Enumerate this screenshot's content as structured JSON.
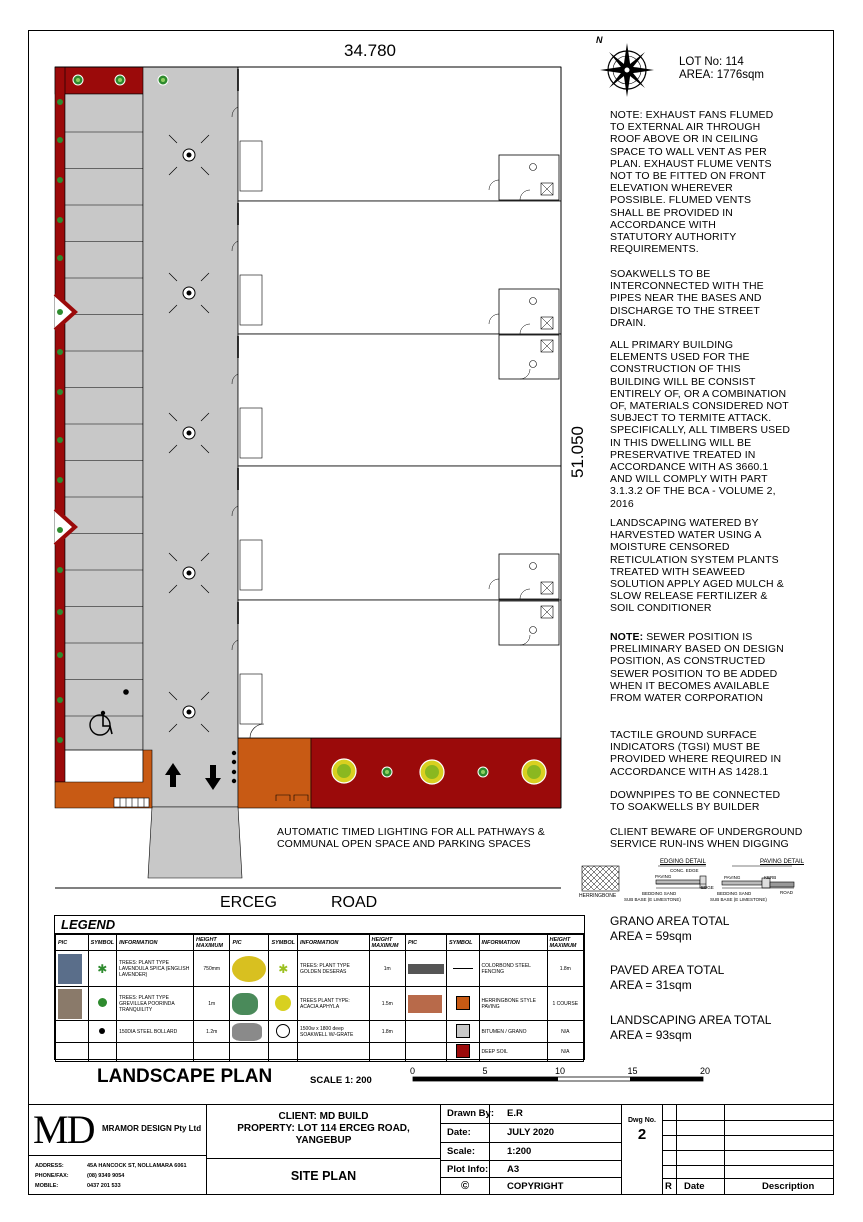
{
  "drawing": {
    "north_label": "N",
    "width_dim": "34.780",
    "depth_dim": "51.050",
    "lot_no": "LOT No: 114",
    "area": "AREA:  1776sqm",
    "road_left": "ERCEG",
    "road_right": "ROAD",
    "lighting_note": "AUTOMATIC TIMED LIGHTING FOR ALL PATHWAYS &\nCOMMUNAL OPEN SPACE AND PARKING SPACES"
  },
  "notes": {
    "exhaust": "NOTE: EXHAUST FANS FLUMED\nTO EXTERNAL AIR THROUGH\nROOF ABOVE OR IN CEILING\nSPACE TO WALL VENT AS PER\nPLAN. EXHAUST FLUME VENTS\nNOT TO BE FITTED ON FRONT\nELEVATION WHEREVER\nPOSSIBLE. FLUMED VENTS\nSHALL BE PROVIDED IN\nACCORDANCE WITH\nSTATUTORY AUTHORITY\nREQUIREMENTS.",
    "soakwells": "SOAKWELLS TO BE\nINTERCONNECTED WITH THE\nPIPES NEAR THE BASES AND\nDISCHARGE TO THE STREET\nDRAIN.",
    "termite": "ALL PRIMARY BUILDING\nELEMENTS USED FOR THE\nCONSTRUCTION OF THIS\nBUILDING WILL BE CONSIST\nENTIRELY OF, OR A COMBINATION\nOF, MATERIALS CONSIDERED NOT\nSUBJECT  TO TERMITE ATTACK.\nSPECIFICALLY, ALL TIMBERS USED\nIN THIS DWELLING WILL BE\nPRESERVATIVE TREATED IN\nACCORDANCE WITH AS 3660.1\nAND WILL COMPLY WITH PART\n3.1.3.2 OF THE BCA - VOLUME 2,\n2016",
    "landscaping": "LANDSCAPING WATERED BY\nHARVESTED WATER USING A\nMOISTURE CENSORED\nRETICULATION SYSTEM PLANTS\nTREATED WITH SEAWEED\nSOLUTION APPLY AGED MULCH &\nSLOW RELEASE FERTILIZER &\nSOIL CONDITIONER",
    "sewer_label": "NOTE:",
    "sewer": " SEWER POSITION IS\nPRELIMINARY BASED ON DESIGN\nPOSITION, AS CONSTRUCTED\nSEWER POSITION TO BE ADDED\nWHEN IT BECOMES AVAILABLE\nFROM WATER CORPORATION",
    "tactile": "TACTILE GROUND SURFACE\nINDICATORS (TGSI) MUST BE\nPROVIDED WHERE REQUIRED IN\nACCORDANCE WITH AS 1428.1",
    "downpipes": "DOWNPIPES TO BE CONNECTED\nTO SOAKWELLS BY BUILDER",
    "underground": "CLIENT BEWARE OF UNDERGROUND\nSERVICE RUN-INS WHEN DIGGING"
  },
  "details": {
    "herringbone": "HERRINGBONE",
    "edging_title": "EDGING DETAIL",
    "paving_title": "PAVING DETAIL",
    "conc_edge": "CONC. EDGE",
    "paving": "PAVING",
    "edge": "EDGE",
    "bedding_sand": "BEDDING SAND",
    "sub_base": "SUB BASE (E LIMESTONE)",
    "kerb": "KERB",
    "road": "ROAD"
  },
  "legend": {
    "title": "LEGEND",
    "headers": [
      "PIC",
      "SYMBOL",
      "INFORMATION",
      "HEIGHT MAXIMUM"
    ],
    "col1": [
      {
        "info": "TREES: PLANT TYPE LAVENDULA SPICA (ENGLISH LAVENDER)",
        "height": "750mm"
      },
      {
        "info": "TREES: PLANT TYPE GREVILLEA POORINDA TRANQUILITY",
        "height": "1m"
      },
      {
        "info": "150DIA STEEL BOLLARD",
        "height": "1.2m"
      }
    ],
    "col2": [
      {
        "info": "TREES: PLANT TYPE GOLDEN DESERAS",
        "height": "1m"
      },
      {
        "info": "TREES PLANT TYPE: ACACIA APHYLA",
        "height": "1.5m"
      },
      {
        "info": "1500w x 1800 deep SOAKWELL W/-GRATE",
        "height": "1.8m"
      }
    ],
    "col3": [
      {
        "info": "COLORBOND STEEL FENCING",
        "height": "1.8m"
      },
      {
        "info": "HERRINGBONE STYLE PAVING",
        "height": "1 COURSE"
      },
      {
        "info": "BITUMEN / GRANO",
        "height": "N/A"
      },
      {
        "info": "DEEP SOIL",
        "height": "N/A"
      }
    ]
  },
  "areas": {
    "grano": "GRANO AREA TOTAL\nAREA = 59sqm",
    "paved": "PAVED AREA TOTAL\nAREA = 31sqm",
    "landscaping": "LANDSCAPING AREA TOTAL\nAREA = 93sqm"
  },
  "plan_title": "LANDSCAPE PLAN",
  "scale_label": "SCALE 1: 200",
  "scale_ticks": [
    "0",
    "5",
    "10",
    "15",
    "20"
  ],
  "title_block": {
    "logo": "MD",
    "company": "MRAMOR DESIGN Pty Ltd",
    "address_label": "ADDRESS:",
    "address": "45A HANCOCK ST, NOLLAMARA 6061",
    "phone_label": "PHONE/FAX:",
    "phone": "(08) 9349 9054",
    "mobile_label": "MOBILE:",
    "mobile": "0437 201 533",
    "client": "CLIENT: MD BUILD",
    "property": "PROPERTY: LOT 114 ERCEG ROAD,",
    "suburb": "YANGEBUP",
    "sheet": "SITE PLAN",
    "drawn_by_label": "Drawn By:",
    "drawn_by": "E.R",
    "date_label": "Date:",
    "date": "JULY 2020",
    "scale_label": "Scale:",
    "scale": "1:200",
    "plot_label": "Plot Info:",
    "plot": "A3",
    "copyright_symbol": "©",
    "copyright": "COPYRIGHT",
    "dwg_label": "Dwg No.",
    "dwg": "2",
    "rev_r": "R",
    "rev_date": "Date",
    "rev_desc": "Description"
  },
  "colors": {
    "grano": "#c8c8c8",
    "deep_soil": "#9b0a0a",
    "paving": "#c85a14",
    "plant_green": "#2e8b2e",
    "plant_yellow": "#d8d020"
  }
}
